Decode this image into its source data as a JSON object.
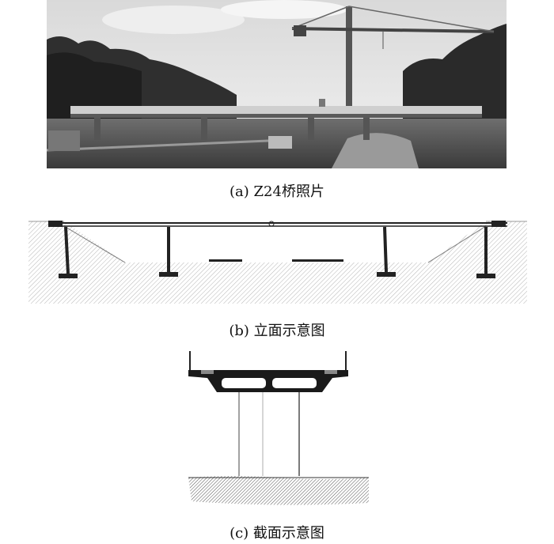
{
  "figure": {
    "panel_a": {
      "caption": "(a)  Z24桥照片"
    },
    "panel_b": {
      "caption": "(b)  立面示意图"
    },
    "panel_c": {
      "caption": "(c)  截面示意图"
    }
  }
}
